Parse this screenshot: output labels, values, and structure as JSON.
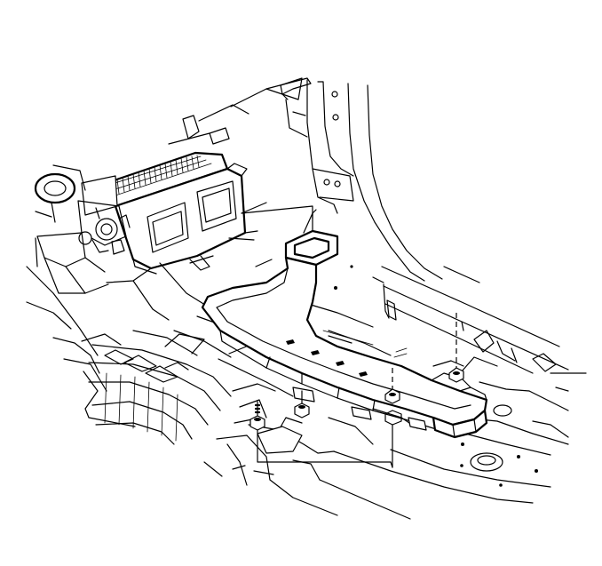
{
  "diagram": {
    "parts": [
      {
        "id": "floor-pan",
        "icon": "vehicle-floor-pan"
      },
      {
        "id": "hvac-module",
        "icon": "hvac-module-housing"
      },
      {
        "id": "air-duct",
        "icon": "rear-floor-air-duct"
      },
      {
        "id": "fasteners",
        "icon": "duct-mounting-nuts"
      },
      {
        "id": "b-pillar",
        "icon": "body-pillar"
      }
    ],
    "fastener_count": 4,
    "line_color": "#000000",
    "background_color": "#ffffff"
  }
}
